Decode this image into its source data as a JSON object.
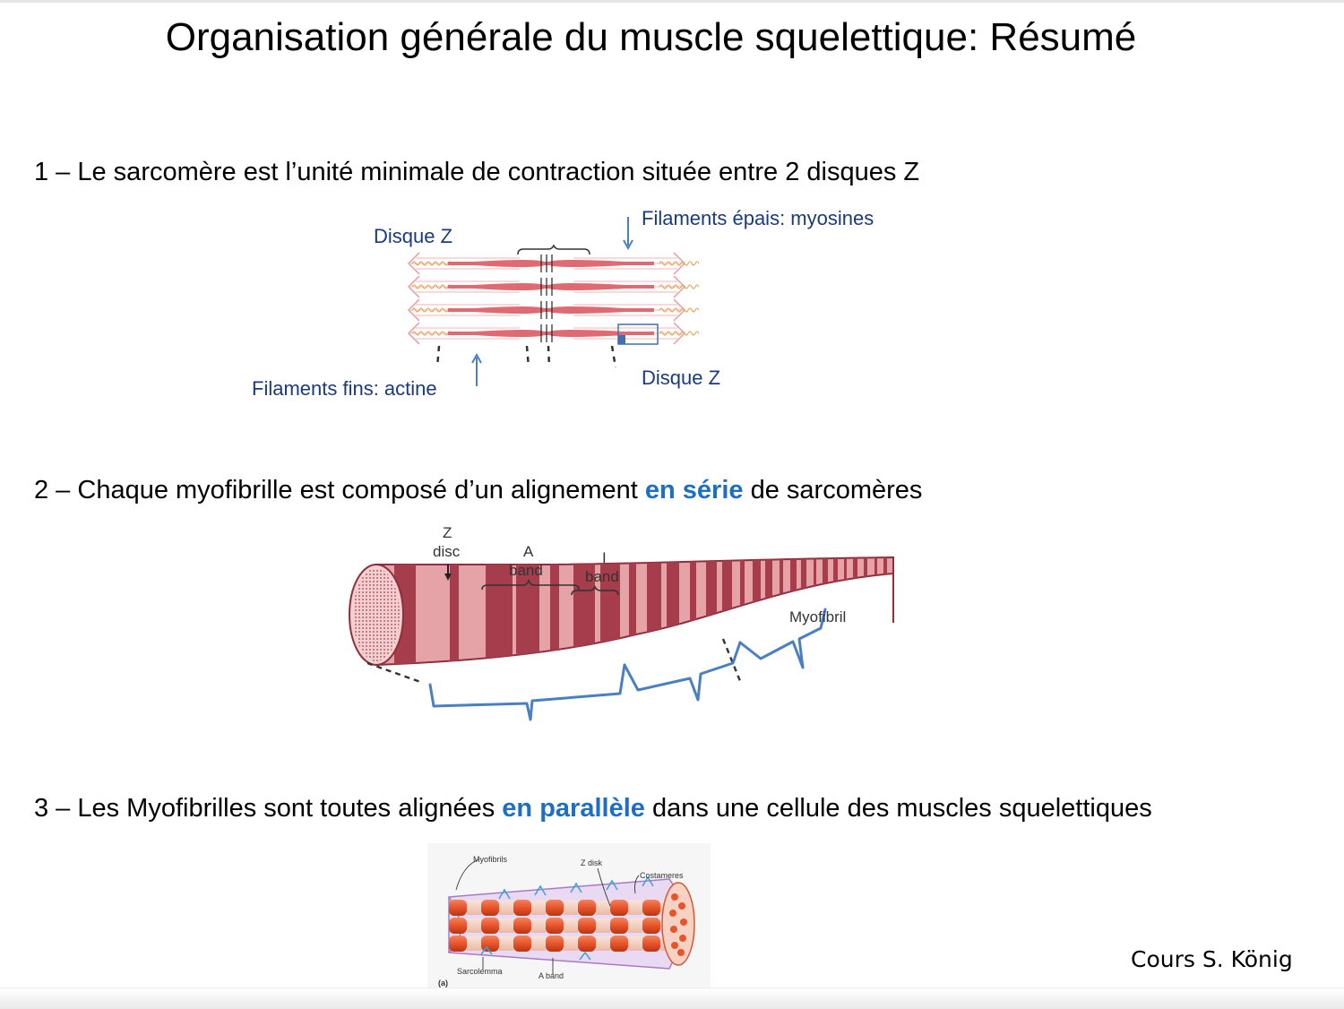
{
  "slide": {
    "title": "Organisation générale du muscle squelettique: Résumé",
    "credit": "Cours S. König"
  },
  "point1": {
    "text": "1 – Le sarcomère est l’unité minimale de contraction située entre 2 disques Z",
    "labels": {
      "disque_z_left": "Disque Z",
      "thick": "Filaments épais: myosines",
      "thin": "Filaments fins: actine",
      "disque_z_right": "Disque Z"
    }
  },
  "point2": {
    "before": "2 – Chaque myofibrille est composé d’un alignement ",
    "highlight": "en série",
    "after": " de sarcomères",
    "labels": {
      "z": "Z",
      "disc": "disc",
      "a": "A",
      "a_band": "band",
      "i": "I",
      "i_band": "band",
      "myofibril": "Myofibril"
    }
  },
  "point3": {
    "before": "3 – Les Myofibrilles sont toutes alignées ",
    "highlight": "en parallèle",
    "after": " dans une cellule des muscles squelettiques",
    "labels": {
      "myofibrils": "Myofibrils",
      "z_disk": "Z disk",
      "costameres": "Costameres",
      "sarcolemma": "Sarcolemma",
      "a_band": "A band",
      "panel": "(a)"
    }
  },
  "colors": {
    "highlight": "#1e6fc4",
    "label": "#1b3a7a",
    "bracket": "#4a7fc1",
    "myofibril_dark": "#a53d4c",
    "myofibril_light": "#e6a3a7",
    "filament": "#e06a72",
    "fiber_orange": "#e8542a"
  }
}
